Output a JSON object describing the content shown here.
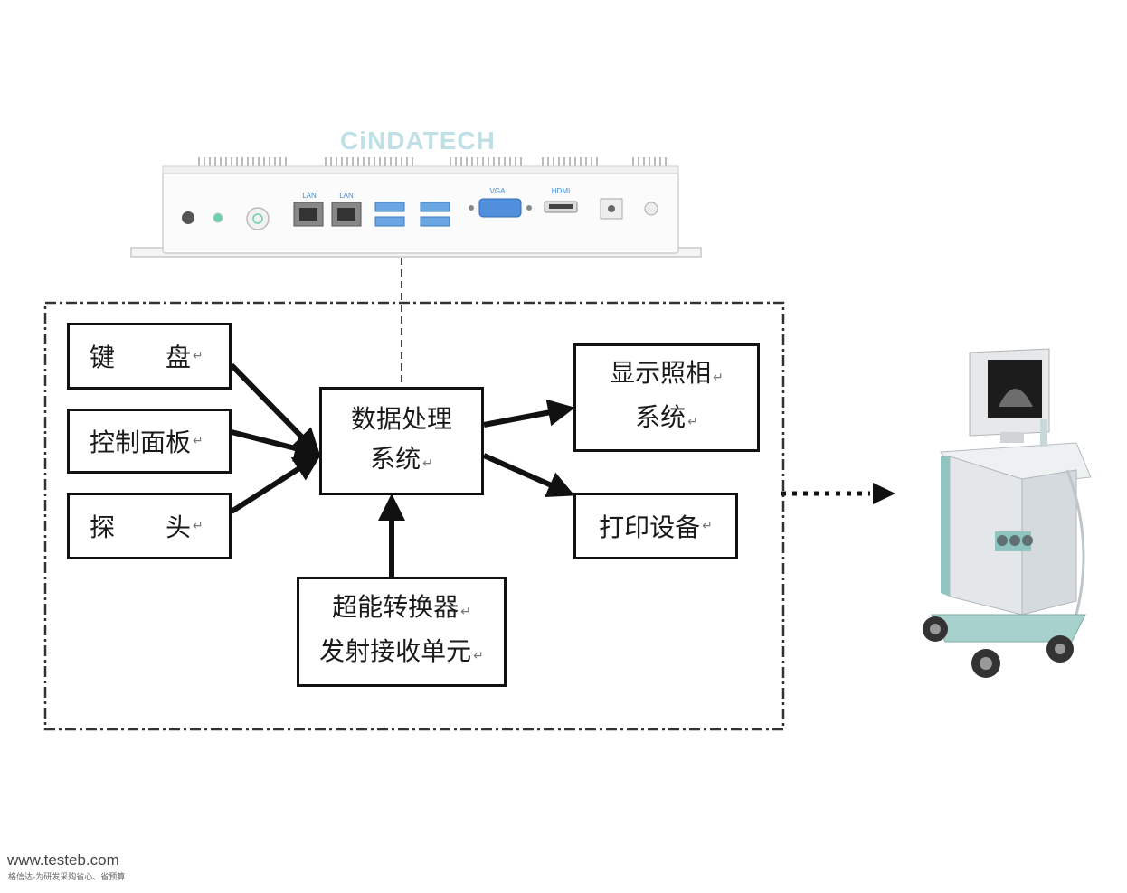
{
  "brand": "CiNDATECH",
  "device": {
    "ports": {
      "lan1": "LAN",
      "lan2": "LAN",
      "vga": "VGA",
      "hdmi": "HDMI"
    }
  },
  "diagram": {
    "keyboard": "键　　盘",
    "control_panel": "控制面板",
    "probe": "探　　头",
    "processing": [
      "数据处理",
      "系统"
    ],
    "display": [
      "显示照相",
      "系统"
    ],
    "printer": "打印设备",
    "transducer": [
      "超能转换器",
      "发射接收单元"
    ],
    "return_mark": "↵"
  },
  "watermark": {
    "url": "www.testeb.com",
    "tagline": "格信达-为研发采购省心、省预算"
  },
  "colors": {
    "brand": "#bfe0e4",
    "port_label": "#4a8bd0",
    "box_border": "#111111",
    "machine_body": "#e8ecee",
    "machine_accent": "#8fc4c0"
  }
}
